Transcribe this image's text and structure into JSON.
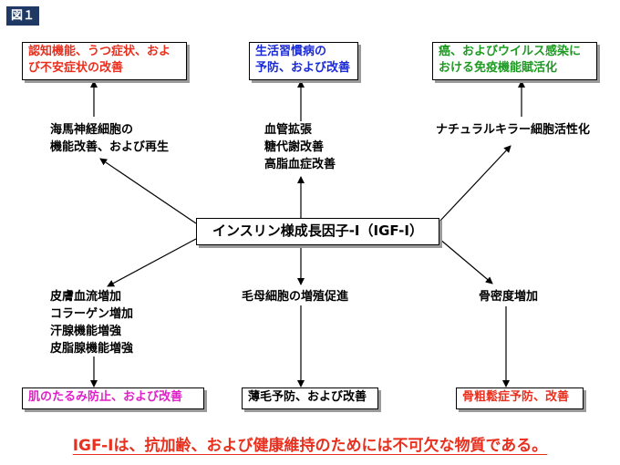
{
  "figure_label": "図１",
  "center": "インスリン様成長因子-I（IGF-I）",
  "outcomes": {
    "top_left": [
      "認知機能、うつ症状、およ",
      "び不安症状の改善"
    ],
    "top_mid": [
      "生活習慣病の",
      "予防、および改善"
    ],
    "top_right": [
      "癌、およびウイルス感染に",
      "おける免疫機能賦活化"
    ],
    "bottom_left": [
      "肌のたるみ防止、および改善"
    ],
    "bottom_mid": [
      "薄毛予防、および改善"
    ],
    "bottom_right": [
      "骨粗鬆症予防、改善"
    ]
  },
  "effects": {
    "upper_left": [
      "海馬神経細胞の",
      "機能改善、および再生"
    ],
    "upper_mid": [
      "血管拡張",
      "糖代謝改善",
      "高脂血症改善"
    ],
    "upper_right": [
      "ナチュラルキラー細胞活性化"
    ],
    "lower_left": [
      "皮膚血流増加",
      "コラーゲン増加",
      "汗腺機能増強",
      "皮脂腺機能増強"
    ],
    "lower_mid": [
      "毛母細胞の増殖促進"
    ],
    "lower_right": [
      "骨密度増加"
    ]
  },
  "conclusion": "IGF-Iは、抗加齢、および健康維持のためには不可欠な物質である。",
  "colors": {
    "red": "#e8301f",
    "blue": "#1a2bd6",
    "green": "#1e9a23",
    "magenta": "#e020c8",
    "badge": "#1f3864"
  }
}
